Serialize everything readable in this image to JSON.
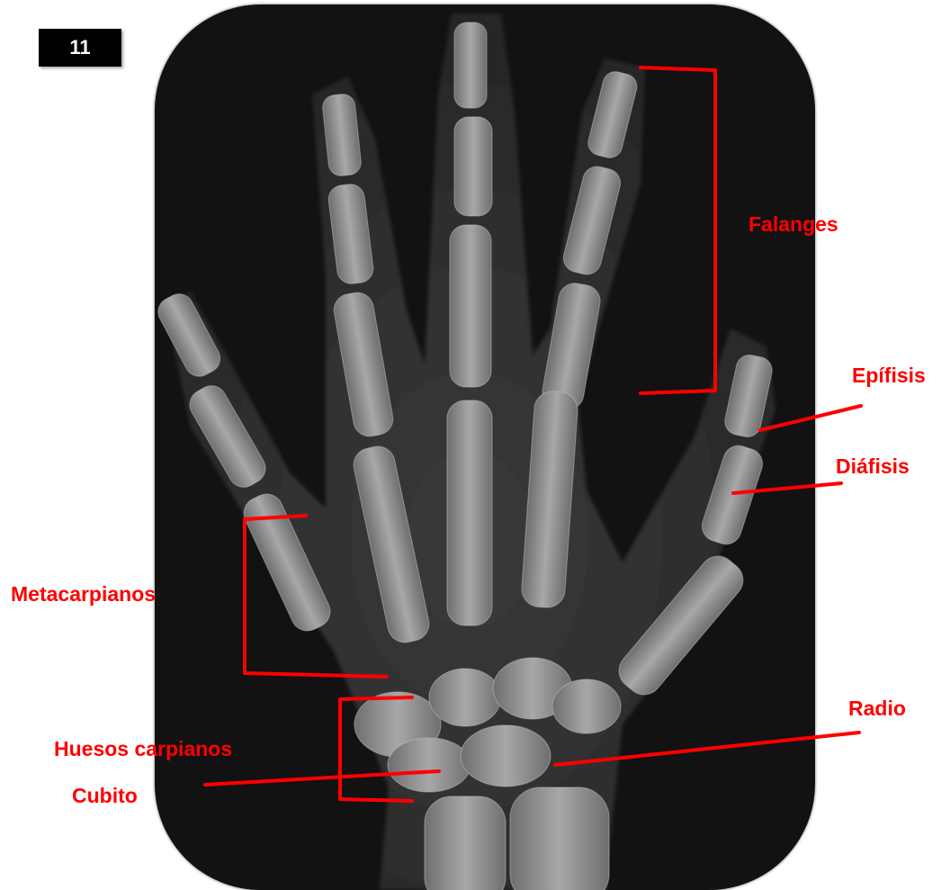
{
  "figure_number": "11",
  "labels": {
    "falanges": "Falanges",
    "epifisis": "Epífisis",
    "diafisis": "Diáfisis",
    "metacarpianos": "Metacarpianos",
    "huesos_carpianos": "Huesos carpianos",
    "radio": "Radio",
    "cubito": "Cubito"
  },
  "colors": {
    "annotation": "#ff0000",
    "badge_bg": "#000000",
    "badge_text": "#ffffff",
    "xray_background": "#121212",
    "bone": "#9a9a9a"
  }
}
